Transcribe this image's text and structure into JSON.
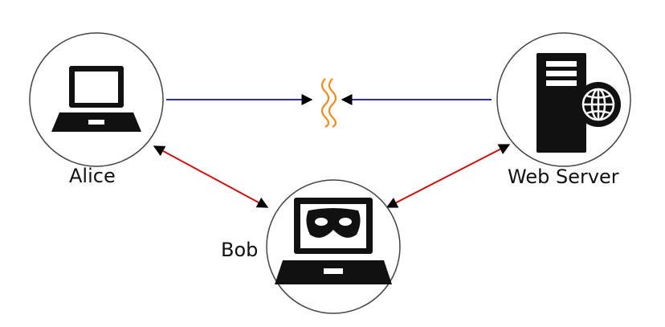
{
  "nodes": {
    "alice": {
      "label": "Alice",
      "icon": "laptop-icon"
    },
    "bob": {
      "label": "Bob",
      "icon": "masked-laptop-icon"
    },
    "server": {
      "label": "Web Server",
      "icon": "server-globe-icon"
    }
  },
  "connections": [
    {
      "from": "alice",
      "to": "interception",
      "color": "#2b2bb8"
    },
    {
      "from": "server",
      "to": "interception",
      "color": "#2b2bb8"
    },
    {
      "from": "alice",
      "to": "bob",
      "color": "#d01010",
      "bidirectional": true
    },
    {
      "from": "bob",
      "to": "server",
      "color": "#d01010",
      "bidirectional": true
    }
  ],
  "interception_icon": "broken-connection-icon",
  "colors": {
    "direct_link": "#2b2bb8",
    "mitm_link": "#d01010",
    "break_mark": "#f08a1c",
    "circle": "#444444"
  }
}
